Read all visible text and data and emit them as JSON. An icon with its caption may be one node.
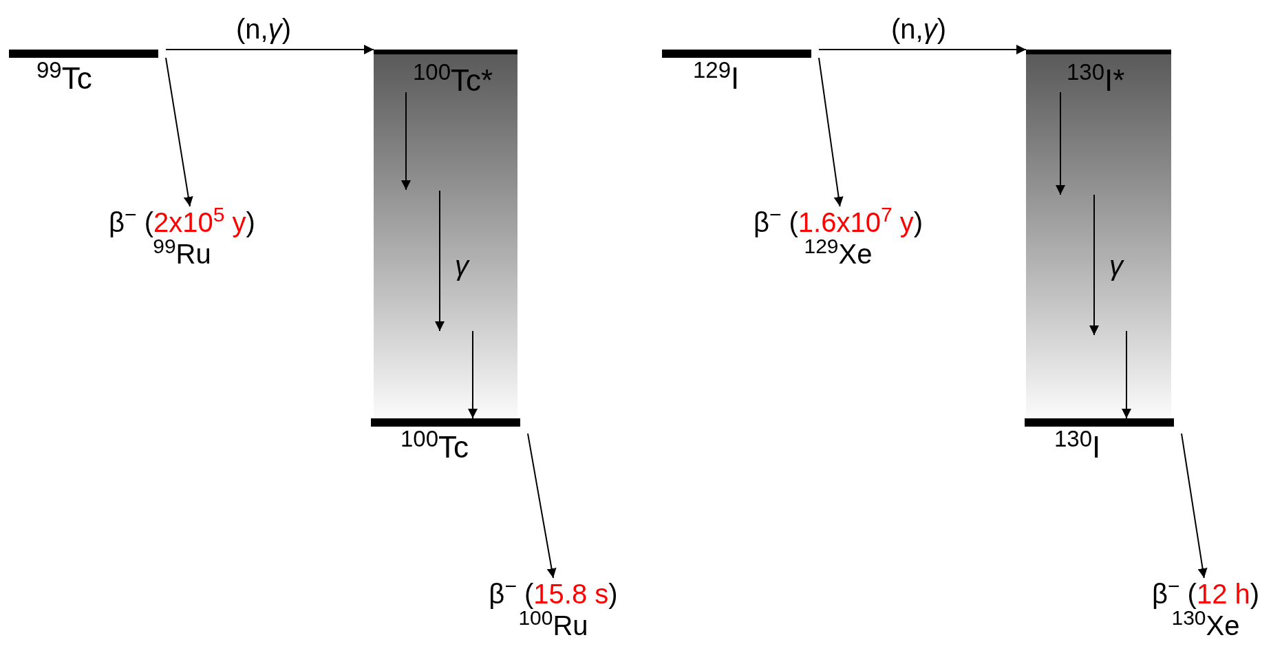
{
  "diagram": {
    "nodes": [
      {
        "text": [
          "$^{99}$Tc"
        ]
      },
      {
        "text": [
          "$^{100}$Tc*"
        ]
      },
      {
        "text": [
          "$^{100}$Tc"
        ]
      },
      {
        "text": [
          "β$^{−}$ (2x10$^{5}$ y)",
          "$^{99}$Ru"
        ]
      },
      {
        "text": [
          "β$^{−}$ (15.8 s)",
          "$^{100}$Ru"
        ]
      },
      {
        "text": [
          "$^{129}$I"
        ]
      },
      {
        "text": [
          "$^{130}$I*"
        ]
      },
      {
        "text": [
          "$^{130}$I"
        ]
      },
      {
        "text": [
          "β$^{−}$ (1.6x10$^{7}$ y)",
          "$^{129}$Xe"
        ]
      },
      {
        "text": [
          "β$^{−}$ (12 h)",
          "$^{130}$Xe"
        ]
      }
    ],
    "edges": [
      {
        "from": 0,
        "to": 1,
        "arrow": "to",
        "label": "(n,*γ*)"
      },
      {
        "from": 0,
        "to": 3,
        "arrow": "to"
      },
      {
        "from": 1,
        "to": null,
        "arrow": "to"
      },
      {
        "from": null,
        "to": 2,
        "arrow": "to"
      },
      {
        "from": 2,
        "to": 4,
        "arrow": "to"
      },
      {
        "from": 5,
        "to": 6,
        "arrow": "to",
        "label": "(n,*γ*)"
      },
      {
        "from": 5,
        "to": 8,
        "arrow": "to"
      },
      {
        "from": 6,
        "to": null,
        "arrow": "to"
      },
      {
        "from": null,
        "to": 7,
        "arrow": "to"
      },
      {
        "from": 7,
        "to": 9,
        "arrow": "to"
      }
    ],
    "labels": [
      "γ",
      "γ"
    ]
  }
}
